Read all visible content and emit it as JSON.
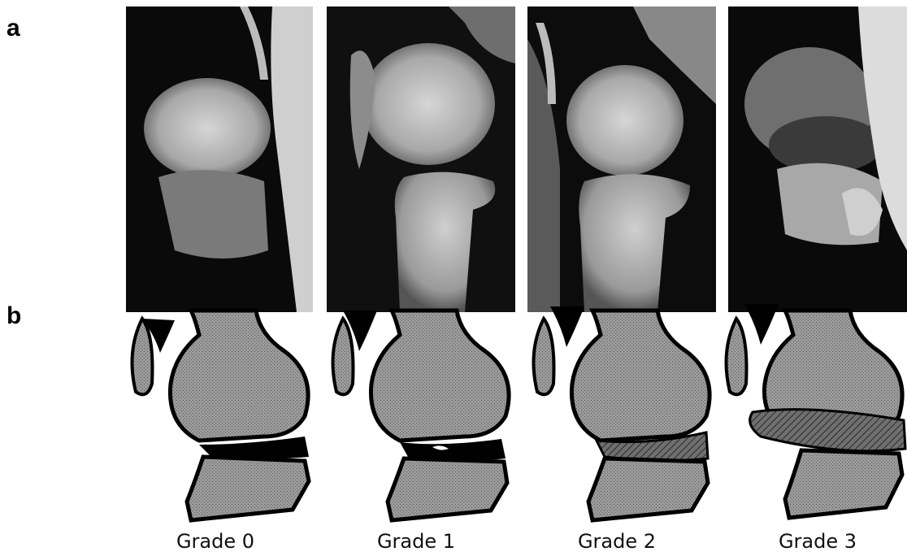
{
  "panels": {
    "a_label": "a",
    "b_label": "b"
  },
  "grades": [
    {
      "label": "Grade 0"
    },
    {
      "label": "Grade 1"
    },
    {
      "label": "Grade 2"
    },
    {
      "label": "Grade 3"
    }
  ],
  "colors": {
    "bone_fill": "#8a8a8a",
    "outline": "#000000",
    "effusion_hatch": "#444444",
    "background": "#ffffff"
  }
}
